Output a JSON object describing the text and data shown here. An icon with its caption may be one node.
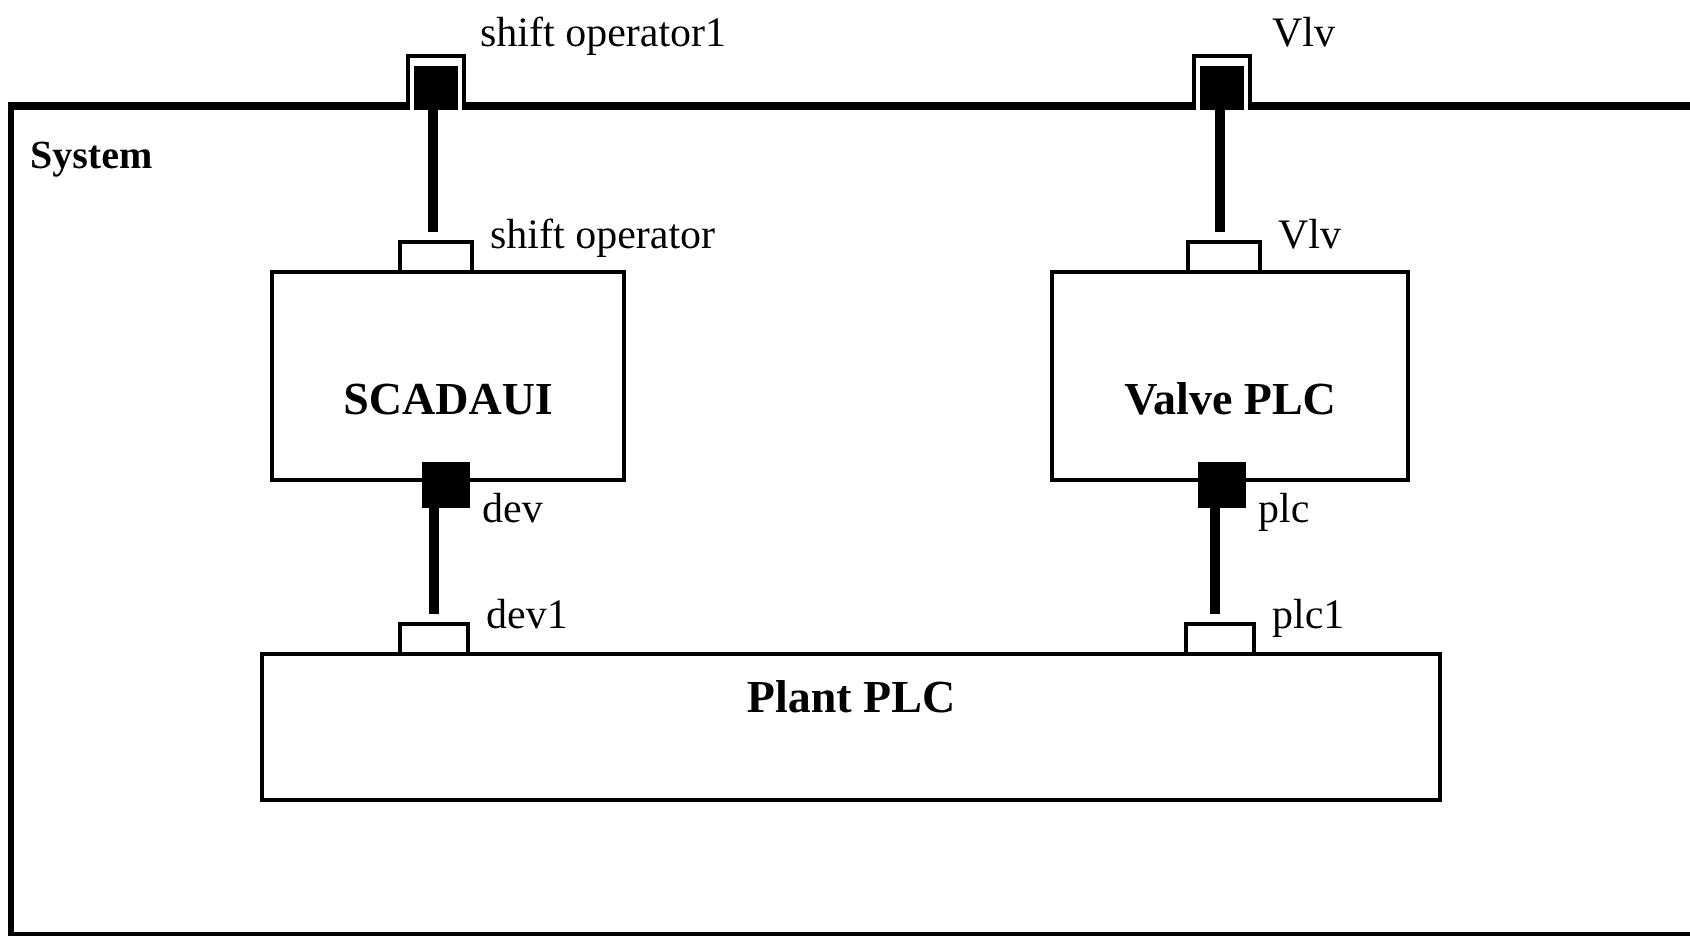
{
  "diagram": {
    "nodes": [
      {
        "text": [
          "System"
        ]
      },
      {
        "text": [],
        "shape": "box",
        "beside": [
          "shift operator1"
        ]
      },
      {
        "text": [],
        "shape": "box",
        "beside": [
          "Vlv"
        ]
      },
      {
        "text": [
          "SCADAUI"
        ],
        "in": 0
      },
      {
        "text": [
          "Valve PLC"
        ],
        "in": 0
      },
      {
        "text": [],
        "shape": "box",
        "beside": [
          "shift operator"
        ],
        "in": 0
      },
      {
        "text": [],
        "shape": "box",
        "beside": [
          "Vlv"
        ],
        "in": 0
      },
      {
        "text": [],
        "shape": "box",
        "beside": [
          "dev"
        ],
        "in": 0
      },
      {
        "text": [],
        "shape": "box",
        "beside": [
          "plc"
        ],
        "in": 0
      },
      {
        "text": [
          "Plant PLC"
        ],
        "in": 0
      },
      {
        "text": [],
        "shape": "box",
        "beside": [
          "dev1"
        ],
        "in": 0
      },
      {
        "text": [],
        "shape": "box",
        "beside": [
          "plc1"
        ],
        "in": 0
      }
    ],
    "edges": [
      {
        "from": 1,
        "to": 5,
        "arrow": "none"
      },
      {
        "from": 2,
        "to": 6,
        "arrow": "none"
      },
      {
        "from": 7,
        "to": 10,
        "arrow": "none"
      },
      {
        "from": 8,
        "to": 11,
        "arrow": "none"
      }
    ]
  }
}
